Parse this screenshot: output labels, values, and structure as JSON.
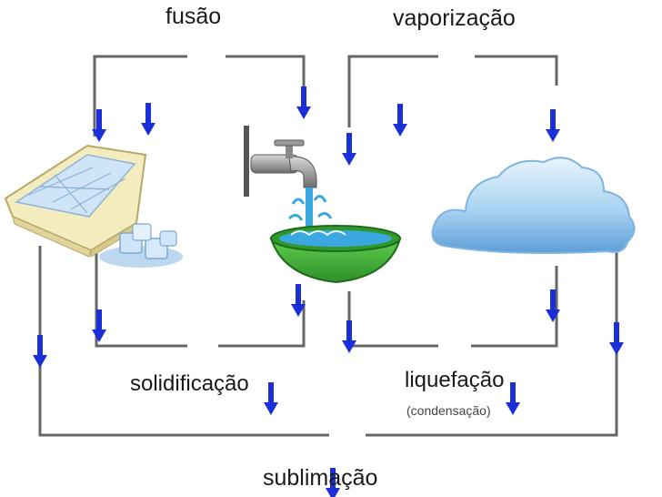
{
  "labels": {
    "fusion": "fusão",
    "vaporization": "vaporização",
    "solidification": "solidificação",
    "liquefaction": "liquefação",
    "condensation": "(condensação)",
    "sublimation": "sublimação"
  },
  "colors": {
    "bracket_line": "#666666",
    "arrow_blue": "#1a2fd8",
    "ice_tray": "#f3ecbf",
    "ice_cube": "#cfe4f7",
    "basin_green": "#3fae3a",
    "water_blue": "#3aa7e0",
    "faucet_gray": "#7a7a7a",
    "cloud_blue": "#a9d3f2"
  },
  "icons": [
    "ice-tray-icon",
    "ice-cubes-icon",
    "faucet-icon",
    "green-basin-icon",
    "cloud-icon",
    "down-arrow-icon"
  ]
}
